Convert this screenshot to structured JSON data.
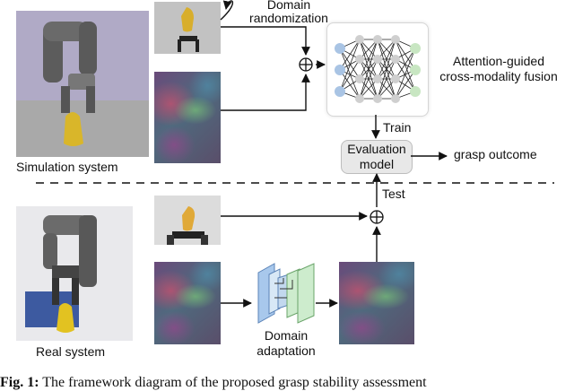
{
  "labels": {
    "simulation_system": "Simulation system",
    "real_system": "Real system",
    "domain_randomization_1": "Domain",
    "domain_randomization_2": "randomization",
    "fusion_1": "Attention-guided",
    "fusion_2": "cross-modality fusion",
    "train": "Train",
    "evaluation_1": "Evaluation",
    "evaluation_2": "model",
    "grasp_outcome": "grasp outcome",
    "test": "Test",
    "domain_adaptation_1": "Domain",
    "domain_adaptation_2": "adaptation",
    "plus": "⊕"
  },
  "caption": {
    "prefix": "Fig. 1:",
    "text": " The framework diagram of the proposed grasp stability assessment"
  },
  "colors": {
    "node_blue": "#a9c4e4",
    "node_green": "#c8e6c2",
    "node_gray": "#cfcfcf",
    "eval_box": "#e8e8e8",
    "da_blue": "#a8c8ec",
    "da_green": "#cdeccd"
  }
}
